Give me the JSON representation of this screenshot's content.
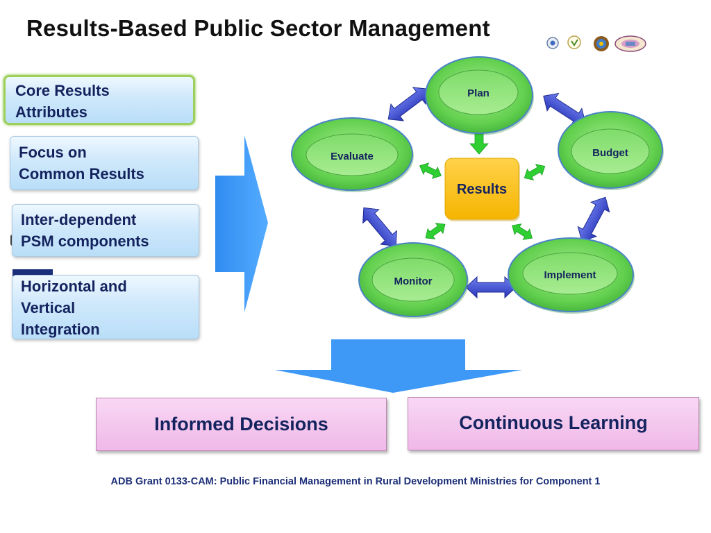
{
  "title": "Results-Based Public Sector Management",
  "left_boxes": {
    "core": [
      "Core Results",
      "Attributes"
    ],
    "focus": [
      "Focus on",
      "Common Results"
    ],
    "inter": [
      "Inter-dependent",
      "PSM components"
    ],
    "horizontal": [
      "Horizontal and",
      "Vertical",
      "Integration"
    ]
  },
  "cycle": {
    "plan": "Plan",
    "budget": "Budget",
    "implement": "Implement",
    "monitor": "Monitor",
    "evaluate": "Evaluate",
    "center": "Results"
  },
  "outcomes": {
    "informed": "Informed Decisions",
    "learning": "Continuous Learning"
  },
  "footer": "ADB Grant 0133-CAM: Public Financial Management in Rural Development Ministries for Component 1",
  "colors": {
    "node_green": "#5fcf4e",
    "center_orange": "#ffc000",
    "arrow_blue": "#3f9bf5",
    "double_arrow_blue": "#3a49c9",
    "small_arrow_green": "#33cc33",
    "pill_pink": "#efb8e8"
  },
  "logos": [
    "seal-logo-1",
    "seal-logo-2",
    "seal-logo-3",
    "seal-logo-4"
  ]
}
